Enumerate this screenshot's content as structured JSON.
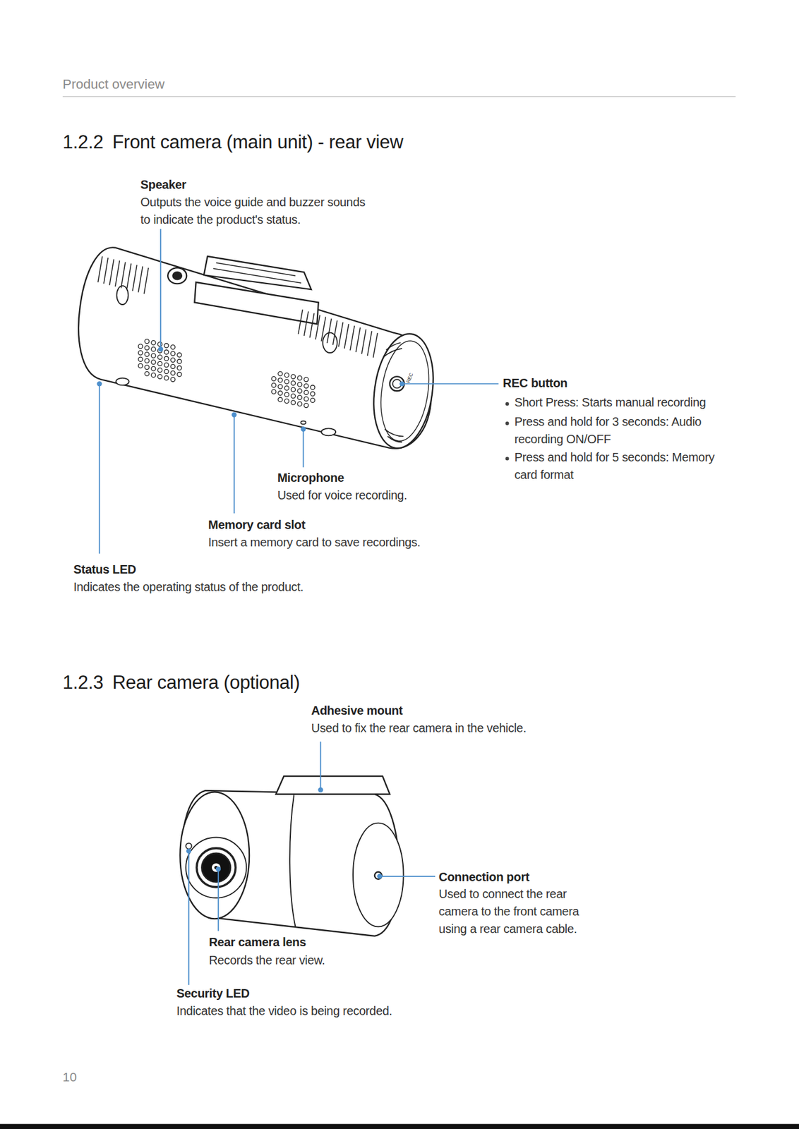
{
  "diagram": {
    "labels": [
      "Product overview",
      "1.2.2",
      "Front camera (main unit) - rear view",
      "Speaker",
      "Outputs the voice guide and buzzer sounds to indicate the product's status.",
      "REC",
      "REC button",
      "Short Press: Starts manual recording",
      "Press and hold for 3 seconds: Audio recording ON/OFF",
      "Press and hold for 5 seconds: Memory card format",
      "Microphone",
      "Used for voice recording.",
      "Memory card slot",
      "Insert a memory card to save recordings.",
      "Status LED",
      "Indicates the operating status of the product.",
      "1.2.3",
      "Rear camera (optional)",
      "Adhesive mount",
      "Used to fix the rear camera in the vehicle.",
      "Connection port",
      "Used to connect the rear camera to the front camera using a rear camera cable.",
      "Rear camera lens",
      "Records the rear view.",
      "Security LED",
      "Indicates that the video is being recorded.",
      "10"
    ]
  }
}
